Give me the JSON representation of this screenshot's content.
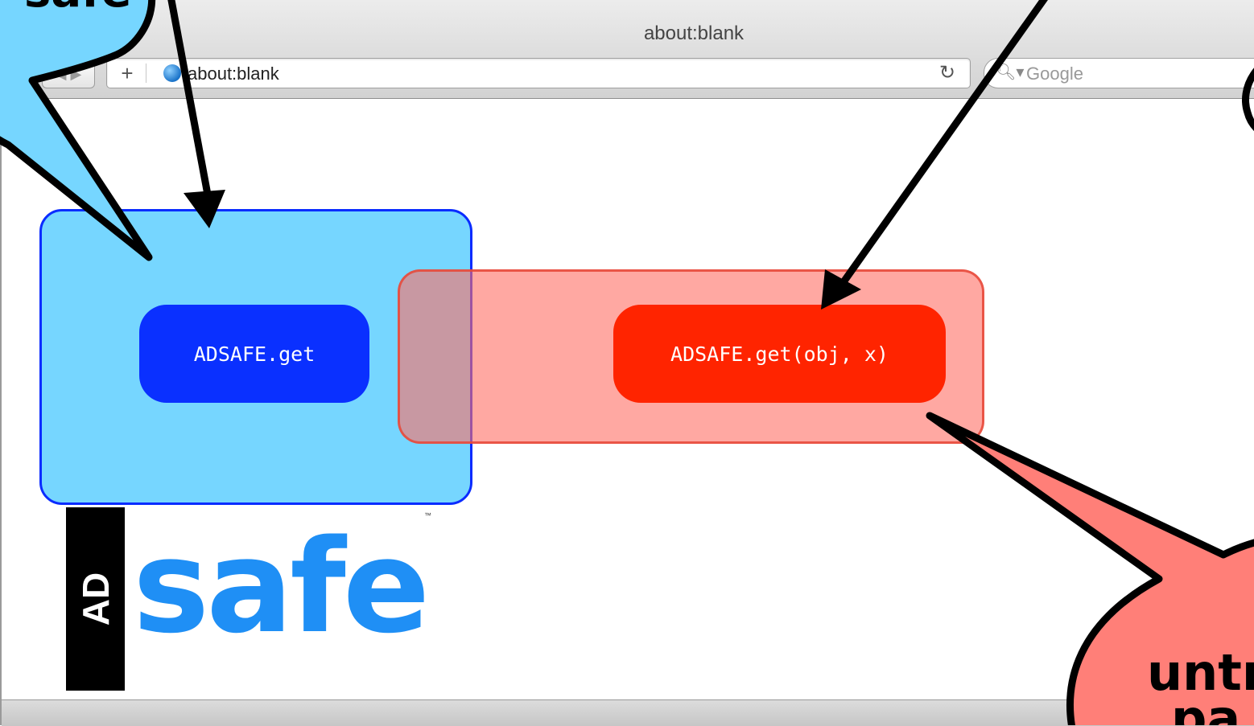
{
  "window": {
    "title": "about:blank"
  },
  "toolbar": {
    "new_tab_glyph": "+",
    "url": "about:blank",
    "reload_glyph": "↻",
    "search_placeholder": "Google"
  },
  "diagram": {
    "trusted_function": "ADSAFE.get",
    "untrusted_call": "ADSAFE.get(obj, x)",
    "bubble_left_text": "safe",
    "bubble_right_text_line1": "untr",
    "bubble_right_text_line2": "pa"
  },
  "logo": {
    "ad": "AD",
    "safe": "safe",
    "tm": "™"
  },
  "colors": {
    "trusted_zone": "#76d6ff",
    "untrusted_zone": "#ff8a80",
    "trusted_pill": "#0a30ff",
    "untrusted_pill": "#ff2400",
    "logo_blue": "#1f8ff5"
  }
}
